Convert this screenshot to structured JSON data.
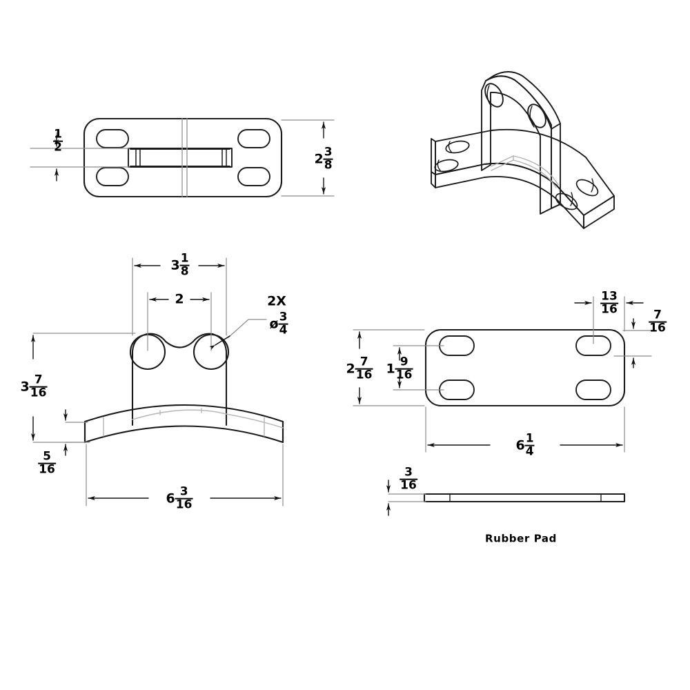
{
  "drawing": {
    "title": "Bracket Assembly Technical Drawing",
    "background_color": "#ffffff",
    "line_color": "#1a1a1a",
    "thin_line_color": "#8c8c8c",
    "part_labels": [
      {
        "name": "rubber-pad-label",
        "text": "Rubber Pad"
      }
    ],
    "views": [
      {
        "id": "top-view",
        "name": "top-view-plate",
        "description": "Top view of mounting plate with four slotted holes and center channel"
      },
      {
        "id": "iso-view",
        "name": "isometric-view-bracket",
        "description": "Isometric view of curved base bracket with upright tab"
      },
      {
        "id": "front-view",
        "name": "front-view-bracket",
        "description": "Front elevation of bracket showing two holes and curved base"
      },
      {
        "id": "pad-plan-view",
        "name": "rubber-pad-plan-view",
        "description": "Plan view of rubber pad with four slotted holes"
      },
      {
        "id": "pad-edge-view",
        "name": "rubber-pad-edge-view",
        "description": "Edge view of rubber pad showing thickness"
      }
    ],
    "dimensions": {
      "top_view_slot_width": {
        "whole": "",
        "num": "1",
        "den": "2",
        "label": "1/2"
      },
      "top_view_height": {
        "whole": "2",
        "num": "3",
        "den": "8",
        "label": "2 3/8"
      },
      "front_tab_width": {
        "whole": "3",
        "num": "1",
        "den": "8",
        "label": "3 1/8"
      },
      "front_hole_spacing": {
        "whole": "2",
        "num": "",
        "den": "",
        "label": "2"
      },
      "hole_qty": {
        "label": "2X"
      },
      "hole_diameter": {
        "whole": "",
        "num": "3",
        "den": "4",
        "label": "ø3/4",
        "symbol": "ø"
      },
      "front_overall_height": {
        "whole": "3",
        "num": "7",
        "den": "16",
        "label": "3 7/16"
      },
      "front_base_thickness": {
        "whole": "",
        "num": "5",
        "den": "16",
        "label": "5/16"
      },
      "front_overall_width": {
        "whole": "6",
        "num": "3",
        "den": "16",
        "label": "6 3/16"
      },
      "pad_height": {
        "whole": "2",
        "num": "7",
        "den": "16",
        "label": "2 7/16"
      },
      "pad_slot_spacing": {
        "whole": "1",
        "num": "9",
        "den": "16",
        "label": "1 9/16"
      },
      "pad_slot_edge_x": {
        "whole": "",
        "num": "13",
        "den": "16",
        "label": "13/16"
      },
      "pad_slot_edge_y": {
        "whole": "",
        "num": "7",
        "den": "16",
        "label": "7/16"
      },
      "pad_width": {
        "whole": "6",
        "num": "1",
        "den": "4",
        "label": "6 1/4"
      },
      "pad_thickness": {
        "whole": "",
        "num": "3",
        "den": "16",
        "label": "3/16"
      }
    }
  }
}
